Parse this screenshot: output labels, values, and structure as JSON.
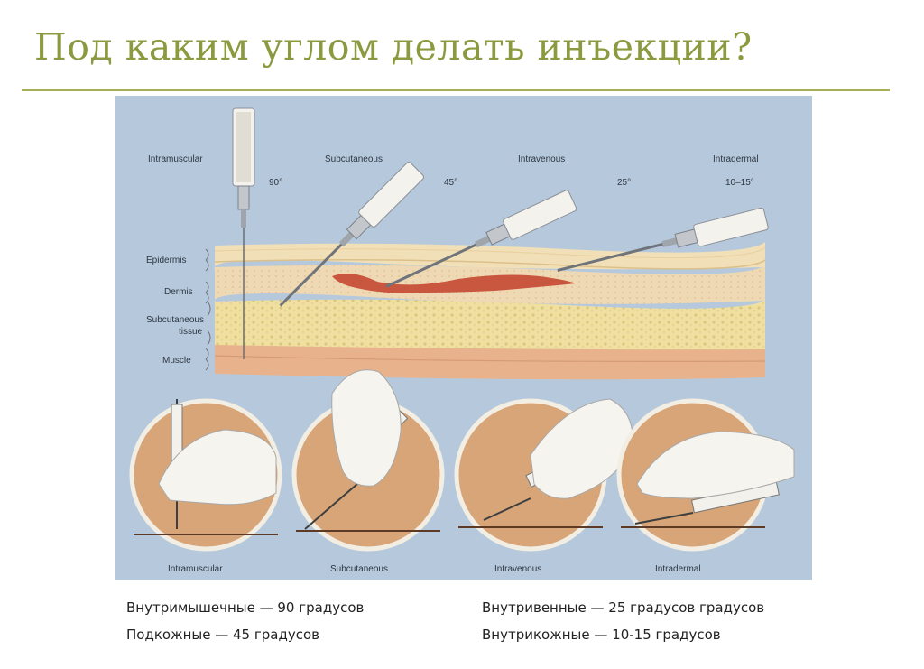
{
  "title": "Под каким углом делать инъекции?",
  "diagram": {
    "injections": [
      {
        "name": "Intramuscular",
        "angle": "90°"
      },
      {
        "name": "Subcutaneous",
        "angle": "45°"
      },
      {
        "name": "Intravenous",
        "angle": "25°"
      },
      {
        "name": "Intradermal",
        "angle": "10–15°"
      }
    ],
    "layers": {
      "epidermis": "Epidermis",
      "dermis": "Dermis",
      "subcutaneous_1": "Subcutaneous",
      "subcutaneous_2": "tissue",
      "muscle": "Muscle"
    },
    "circles": [
      "Intramuscular",
      "Subcutaneous",
      "Intravenous",
      "Intradermal"
    ]
  },
  "captions": {
    "intramuscular": "Внутримышечные — 90 градусов",
    "subcutaneous": "Подкожные — 45 градусов",
    "intravenous": "Внутривенные — 25 градусов градусов",
    "intradermal": "Внутрикожные — 10-15 градусов"
  }
}
